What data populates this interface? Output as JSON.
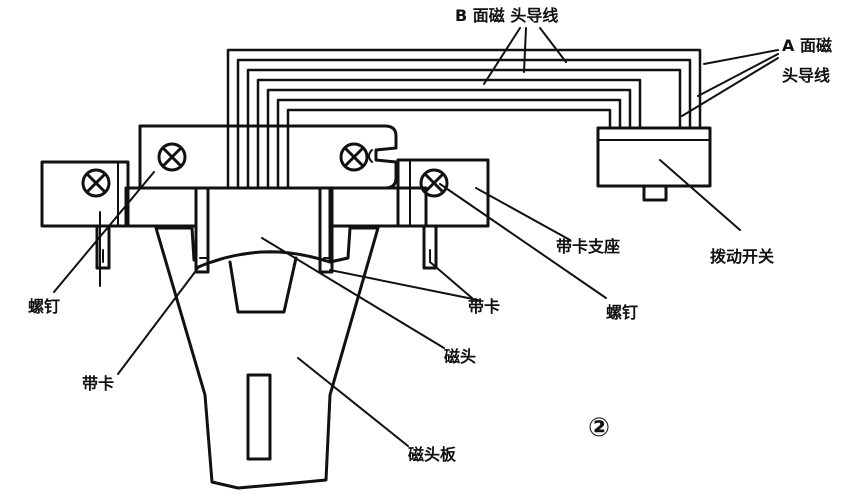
{
  "labels": {
    "b_leads": "B 面磁 头导线",
    "a_leads_line1": "A 面磁",
    "a_leads_line2": "头导线",
    "tape_holder_base": "带卡支座",
    "toggle_switch": "拨动开关",
    "screw_left": "螺钉",
    "screw_right": "螺钉",
    "tape_clip_left": "带卡",
    "tape_clip_right": "带卡",
    "magnetic_head": "磁头",
    "head_plate": "磁头板",
    "figure_number": "②"
  },
  "colors": {
    "ink": "#111111",
    "paper": "#ffffff"
  }
}
